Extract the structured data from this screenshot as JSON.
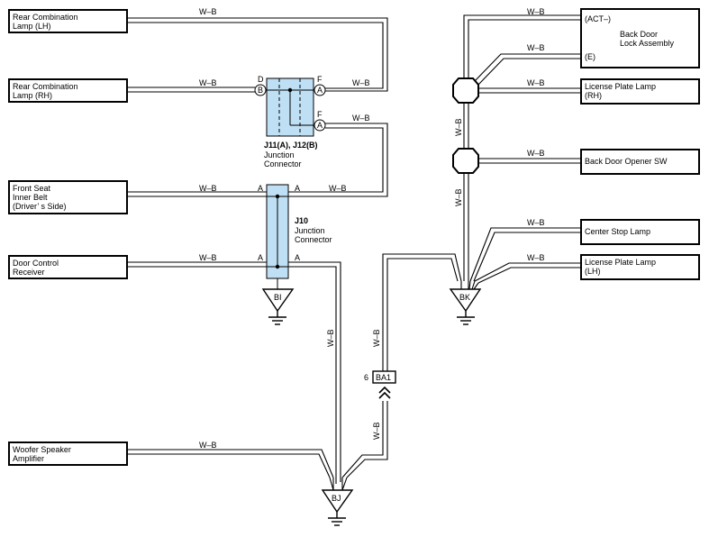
{
  "wire_color": "W–B",
  "colors": {
    "wire": "#000000",
    "junction_fill": "#bfe0f4",
    "background": "#ffffff"
  },
  "components": {
    "rear_comb_lh": [
      "Rear Combination",
      "Lamp (LH)"
    ],
    "rear_comb_rh": [
      "Rear Combination",
      "Lamp (RH)"
    ],
    "front_seat_belt": [
      "Front Seat",
      "Inner Belt",
      "(Driver’ s Side)"
    ],
    "door_control": [
      "Door Control",
      "Receiver"
    ],
    "woofer": [
      "Woofer Speaker",
      "Amplifier"
    ],
    "back_door_lock": {
      "pin_act": "(ACT–)",
      "pin_e": "(E)",
      "name": [
        "Back Door",
        "Lock Assembly"
      ]
    },
    "license_rh": [
      "License Plate Lamp",
      "(RH)"
    ],
    "back_door_opener": [
      "Back Door Opener SW"
    ],
    "center_stop": [
      "Center Stop Lamp"
    ],
    "license_lh": [
      "License Plate Lamp",
      "(LH)"
    ]
  },
  "junction_j11": {
    "name": "J11(A), J12(B)",
    "desc": [
      "Junction",
      "Connector"
    ],
    "pins": {
      "d": "D",
      "f1": "F",
      "f2": "F",
      "b": "B",
      "a1": "A",
      "a2": "A"
    }
  },
  "junction_j10": {
    "name": "J10",
    "desc": [
      "Junction",
      "Connector"
    ],
    "pins": {
      "a_left1": "A",
      "a_right1": "A",
      "a_left2": "A",
      "a_right2": "A"
    }
  },
  "grounds": {
    "bi": "BI",
    "bj": "BJ",
    "bk": "BK"
  },
  "inline_connector": {
    "pin": "6",
    "name": "BA1"
  }
}
